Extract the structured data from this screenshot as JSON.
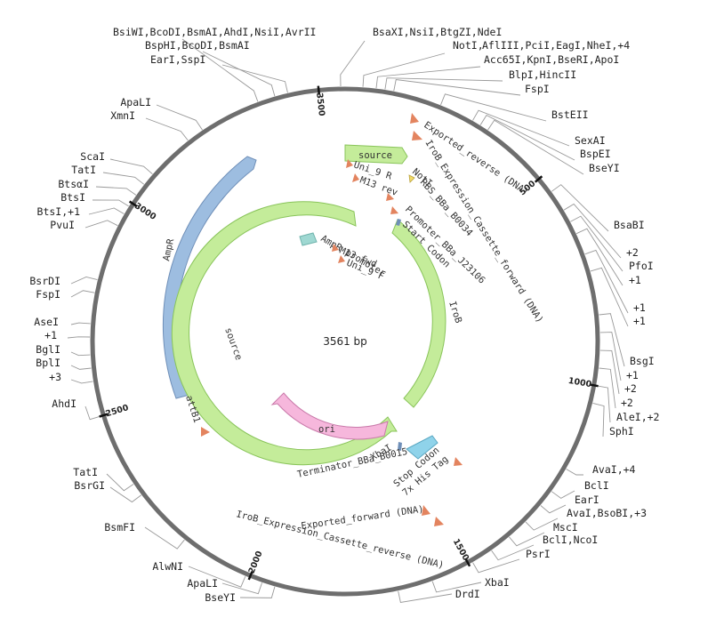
{
  "center_label": "3561 bp",
  "colors": {
    "backbone": "#6e6e6e",
    "highlight_enzyme": "#8fd16b",
    "xbai_bottom": "#d9694a",
    "ampr": "#9dbde0",
    "ampr_stroke": "#6f8fb8",
    "source": "#c4ec9a",
    "source_stroke": "#89c45a",
    "ori": "#f6b7dc",
    "ori_stroke": "#c97aaa",
    "primer": "#e3845f",
    "promoter": "#9fd8d2",
    "rbs": "#f2dc6a",
    "stop_codon": "#8fd3ea"
  },
  "ticks": [
    {
      "label": "500"
    },
    {
      "label": "1000"
    },
    {
      "label": "1500"
    },
    {
      "label": "2000"
    },
    {
      "label": "2500"
    },
    {
      "label": "3000"
    },
    {
      "label": "3500"
    }
  ],
  "enzymes": [
    {
      "label": "BsiWI,BcoDI,BsmAI,AhdI,NsiI,AvrII"
    },
    {
      "label": "BspHI,BcoDI,BsmAI"
    },
    {
      "label": "EarI,SspI"
    },
    {
      "label": "BsaXI,NsiI,BtgZI,NdeI"
    },
    {
      "label": "NotI,"
    },
    {
      "label": "AflIII,PciI,EagI,NheI,+4"
    },
    {
      "label": "Acc65I,KpnI,BseRI,ApoI"
    },
    {
      "label": "BlpI,HincII"
    },
    {
      "label": "FspI"
    },
    {
      "label": "BstEII"
    },
    {
      "label": "SexAI"
    },
    {
      "label": "BspEI"
    },
    {
      "label": "BseYI"
    },
    {
      "label": "BsaBI"
    },
    {
      "label": "+2"
    },
    {
      "label": "PfoI"
    },
    {
      "label": "+1"
    },
    {
      "label": "+1"
    },
    {
      "label": "+1"
    },
    {
      "label": "BsgI"
    },
    {
      "label": "+1"
    },
    {
      "label": "+2"
    },
    {
      "label": "+2"
    },
    {
      "label": "AleI,+2"
    },
    {
      "label": "SphI"
    },
    {
      "label": "AvaI,+4"
    },
    {
      "label": "BclI"
    },
    {
      "label": "EarI"
    },
    {
      "label": "AvaI,BsoBI,+3"
    },
    {
      "label": "MscI"
    },
    {
      "label": "BclI,NcoI"
    },
    {
      "label": "PsrI"
    },
    {
      "label": "XbaI"
    },
    {
      "label": "DrdI"
    },
    {
      "label": "BseYI"
    },
    {
      "label": "ApaLI"
    },
    {
      "label": "AlwNI"
    },
    {
      "label": "BsmFI"
    },
    {
      "label": "TatI"
    },
    {
      "label": "BsrGI"
    },
    {
      "label": "AhdI"
    },
    {
      "label": "+3"
    },
    {
      "label": "BplI"
    },
    {
      "label": "BglI"
    },
    {
      "label": "+1"
    },
    {
      "label": "AseI"
    },
    {
      "label": "FspI"
    },
    {
      "label": "BsrDI"
    },
    {
      "label": "PvuI"
    },
    {
      "label": "BtsI,+1"
    },
    {
      "label": "BtsI"
    },
    {
      "label": "BtsαI"
    },
    {
      "label": "TatI"
    },
    {
      "label": "ScaI"
    },
    {
      "label": "XmnI"
    },
    {
      "label": "ApaLI"
    }
  ],
  "features": {
    "ampr": "AmpR",
    "source_outer": "source",
    "source_inner": "source",
    "ori": "ori",
    "irob": "IroB",
    "attb1": "attB1",
    "notI": "NotI",
    "uni9r": "Uni_9 R",
    "m13rev": "M13 rev",
    "rbs": "RBS_BBa_B0034",
    "promoter": "Promoter_BBa_J23106",
    "start_codon": "Start Codon",
    "ampr_promoter": "AmpR promoter",
    "m13fwd": "M13 fwd",
    "uni9f": "Uni_9 F",
    "xbai": "XbaI",
    "terminator": "Terminator_BBa_B0015",
    "stop_codon": "Stop Codon",
    "his_tag": "7x His Tag",
    "exported_reverse": "Exported_reverse (DNA)",
    "irob_cassette_forward": "IroB_Expression_Cassette_forward (DNA)",
    "exported_forward": "Exported_forward (DNA)",
    "irob_cassette_reverse": "IroB_Expression_Cassette_reverse (DNA)"
  }
}
